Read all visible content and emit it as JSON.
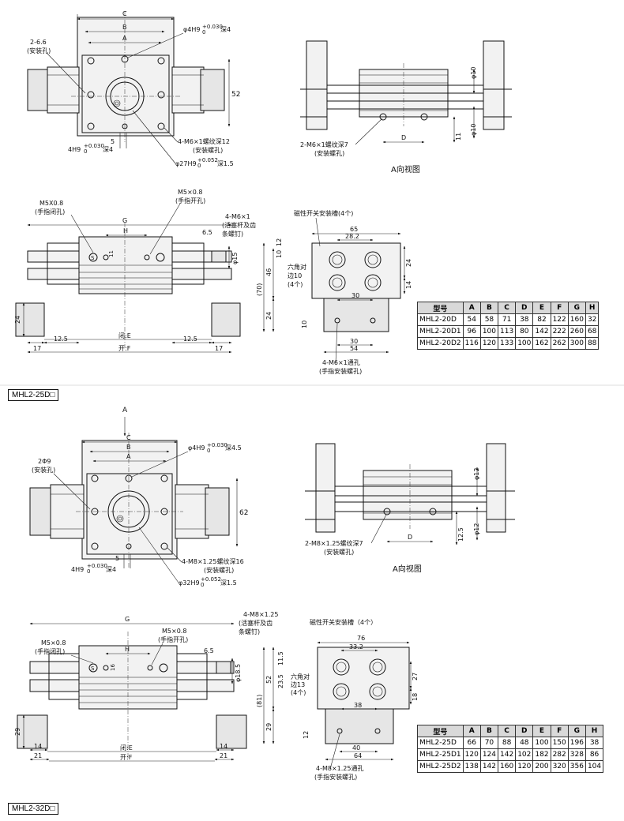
{
  "top": {
    "front": {
      "C": "C",
      "B": "B",
      "A": "A",
      "mount_hole": "2-6.6",
      "mount_hole_note": "(安装孔)",
      "pin_hole_top": "φ4H9",
      "pin_hole_top_tol": "+0.030",
      "pin_hole_top_tol_low": "0",
      "pin_hole_top_depth": "深4",
      "height": "52",
      "screw": "4-M6×1螺纹深12",
      "screw_note": "(安装螺孔)",
      "bore": "φ27H9",
      "bore_tol": "+0.052",
      "bore_tol_low": "0",
      "bore_depth": "深1.5",
      "slot": "4H9",
      "slot_tol": "+0.030",
      "slot_tol_low": "0",
      "slot_depth": "深4",
      "five": "5"
    },
    "side": {
      "dia_top": "φ10",
      "dia_bottom": "φ10",
      "screw": "2-M6×1螺纹深7",
      "screw_note": "(安装螺孔)",
      "D": "D",
      "eleven": "11",
      "caption": "A向视图"
    },
    "plan": {
      "m5_close": "M5X0.8",
      "m5_close_note": "(手指闭孔)",
      "m5_open": "M5×0.8",
      "m5_open_note": "(手指开孔)",
      "G": "G",
      "H": "H",
      "eleven": "11",
      "six5": "6.5",
      "phi15": "φ15",
      "piston": "4-M6×1",
      "piston_note1": "(活塞杆及齿",
      "piston_note2": "条螺钉)",
      "d24": "24",
      "d17": "17",
      "d12_5a": "12.5",
      "d12_5b": "12.5",
      "close_E": "闭:E",
      "open_F": "开:F",
      "d17b": "17"
    },
    "end": {
      "switch_slot": "磁性开关安装槽(4个)",
      "d65": "65",
      "d28_2": "28.2",
      "hex": "六角对",
      "hex2": "边10",
      "hex3": "(4个)",
      "d10": "10",
      "d12": "12",
      "d46": "46",
      "d70": "(70)",
      "d24": "24",
      "d24b": "24",
      "d14": "14",
      "d30a": "30",
      "d10b": "10",
      "d30b": "30",
      "d54": "54",
      "through": "4-M6×1通孔",
      "through_note": "(手指安装螺孔)"
    },
    "table": {
      "headers": [
        "型号",
        "A",
        "B",
        "C",
        "D",
        "E",
        "F",
        "G",
        "H"
      ],
      "rows": [
        [
          "MHL2-20D",
          "54",
          "58",
          "71",
          "38",
          "82",
          "122",
          "160",
          "32"
        ],
        [
          "MHL2-20D1",
          "96",
          "100",
          "113",
          "80",
          "142",
          "222",
          "260",
          "68"
        ],
        [
          "MHL2-20D2",
          "116",
          "120",
          "133",
          "100",
          "162",
          "262",
          "300",
          "88"
        ]
      ]
    }
  },
  "divider_label": "MHL2-25D□",
  "bottom": {
    "front": {
      "arrowA": "A",
      "C": "C",
      "B": "B",
      "A": "A",
      "mount_hole": "2Φ9",
      "mount_hole_note": "(安装孔)",
      "pin_hole_top": "φ4H9",
      "pin_hole_top_tol": "+0.030",
      "pin_hole_top_tol_low": "0",
      "pin_hole_top_depth": "深4.5",
      "height": "62",
      "screw": "4-M8×1.25螺纹深16",
      "screw_note": "(安装螺孔)",
      "bore": "φ32H9",
      "bore_tol": "+0.052",
      "bore_tol_low": "0",
      "bore_depth": "深1.5",
      "slot": "4H9",
      "slot_tol": "+0.030",
      "slot_tol_low": "0",
      "slot_depth": "深4",
      "five": "5"
    },
    "side": {
      "dia_top": "φ12",
      "dia_bottom": "φ12",
      "screw": "2-M8×1.25螺纹深7",
      "screw_note": "(安装螺孔)",
      "D": "D",
      "twelve5": "12.5",
      "caption": "A向视图"
    },
    "plan": {
      "m5_close": "M5×0.8",
      "m5_close_note": "(手指闭孔)",
      "m5_open": "M5×0.8",
      "m5_open_note": "(手指开孔)",
      "G": "G",
      "H": "H",
      "sixteen": "16",
      "six5": "6.5",
      "phi18_5": "φ18.5",
      "piston": "4-M8×1.25",
      "piston_note1": "(活塞杆及齿",
      "piston_note2": "条螺钉)",
      "d29": "29",
      "d14": "14",
      "d21": "21",
      "d14b": "14",
      "d21b": "21",
      "close_E": "闭:E",
      "open_F": "开:F"
    },
    "end": {
      "switch_slot": "磁性开关安装槽（4个）",
      "d76": "76",
      "d33_2": "33.2",
      "d11_5": "11.5",
      "d23_5": "23.5",
      "d52": "52",
      "d81": "(81)",
      "hex": "六角对",
      "hex2": "边13",
      "hex3": "(4个)",
      "d27": "27",
      "d18": "18",
      "d38": "38",
      "d29": "29",
      "d12": "12",
      "d40": "40",
      "d64": "64",
      "through": "4-M8×1.25通孔",
      "through_note": "(手指安装螺孔)"
    },
    "table": {
      "headers": [
        "型号",
        "A",
        "B",
        "C",
        "D",
        "E",
        "F",
        "G",
        "H"
      ],
      "rows": [
        [
          "MHL2-25D",
          "66",
          "70",
          "88",
          "48",
          "100",
          "150",
          "196",
          "38"
        ],
        [
          "MHL2-25D1",
          "120",
          "124",
          "142",
          "102",
          "182",
          "282",
          "328",
          "86"
        ],
        [
          "MHL2-25D2",
          "138",
          "142",
          "160",
          "120",
          "200",
          "320",
          "356",
          "104"
        ]
      ]
    }
  },
  "footer_label": "MHL2-32D□"
}
